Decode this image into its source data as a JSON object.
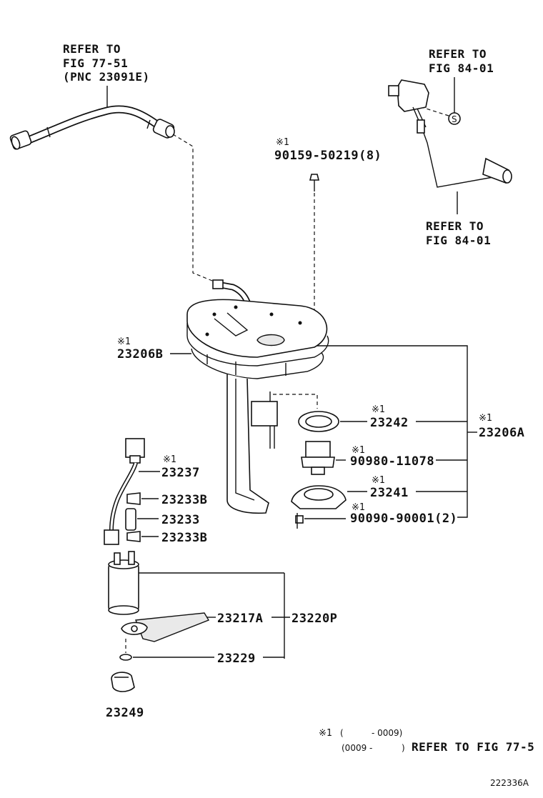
{
  "refs": {
    "fuel_line": [
      "REFER TO",
      "FIG 77-51",
      "(PNC 23091E)"
    ],
    "sender_top": [
      "REFER TO",
      "FIG 84-01"
    ],
    "sender_bottom": [
      "REFER TO",
      "FIG 84-01"
    ]
  },
  "symbols": {
    "note_mark": "※1",
    "s_circle": "S"
  },
  "parts": {
    "bolt_top": "90159-50219(8)",
    "p23206B": "23206B",
    "p23242": "23242",
    "p23206A": "23206A",
    "p90980": "90980-11078",
    "p23241": "23241",
    "p90090": "90090-90001(2)",
    "p23237": "23237",
    "p23233B_top": "23233B",
    "p23233": "23233",
    "p23233B_bottom": "23233B",
    "p23217A": "23217A",
    "p23220P": "23220P",
    "p23229": "23229",
    "p23249": "23249"
  },
  "footnote": {
    "mark": "※1",
    "line1_open": "(",
    "line1_range": "- 0009)",
    "line2_range": "(0009 -",
    "line2_close": ")",
    "line2_ref": "REFER TO FIG 77-5"
  },
  "drawing_id": "222336A"
}
